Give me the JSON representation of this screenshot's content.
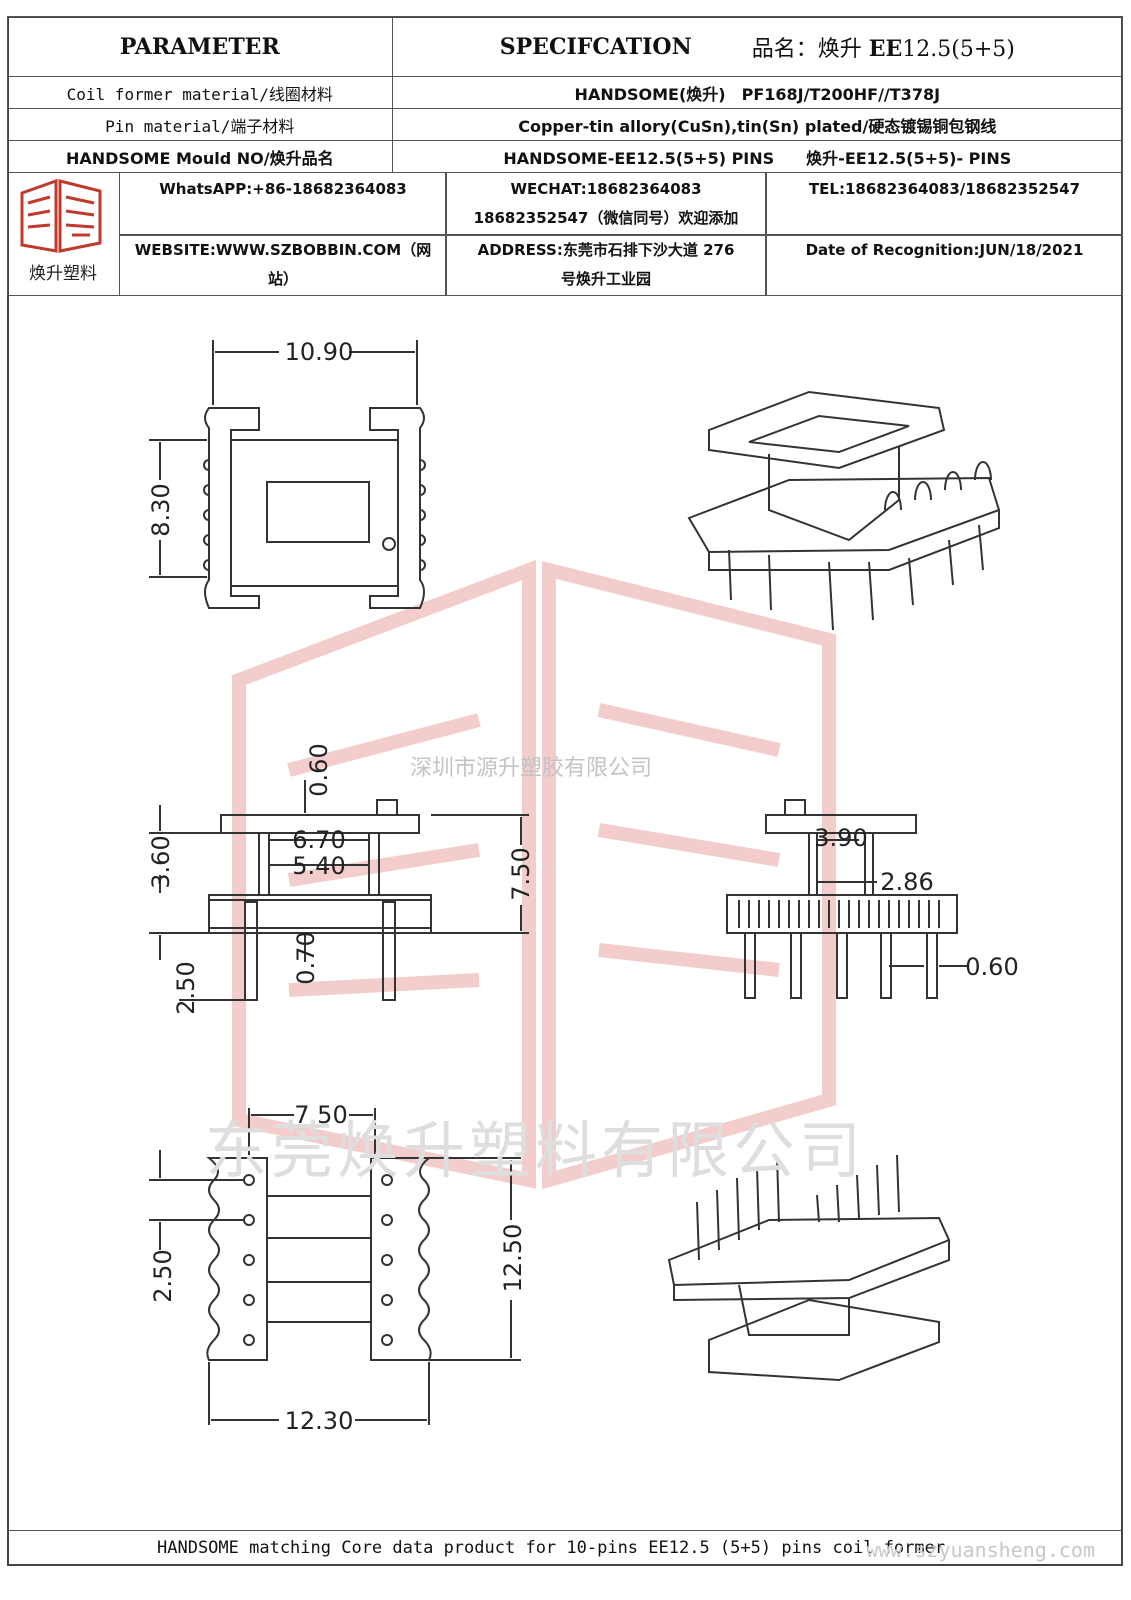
{
  "header": {
    "parameter": "PARAMETER",
    "specification": "SPECIFCATION",
    "product_name_label": "品名：焕升",
    "product_name_code": "EE",
    "product_name_size": "12.5(5+5)"
  },
  "rows": [
    {
      "label": "Coil former material/线圈材料",
      "value": "HANDSOME(焕升)　PF168J/T200HF//T378J"
    },
    {
      "label": "Pin material/端子材料",
      "value": "Copper-tin allory(CuSn),tin(Sn) plated/硬态镀锡铜包钢线"
    },
    {
      "label": "HANDSOME Mould NO/焕升品名",
      "value": "HANDSOME-EE12.5(5+5) PINS　　焕升-EE12.5(5+5)- PINS"
    }
  ],
  "contact": {
    "logo_text": "焕升塑料",
    "whatsapp": "WhatsAPP:+86-18682364083",
    "wechat_line1": "WECHAT:18682364083",
    "wechat_line2": "18682352547（微信同号）欢迎添加",
    "tel": "TEL:18682364083/18682352547",
    "website_line1": "WEBSITE:WWW.SZBOBBIN.COM（网",
    "website_line2": "站）",
    "address_line1": "ADDRESS:东莞市石排下沙大道 276",
    "address_line2": "号焕升工业园",
    "date": "Date of Recognition:JUN/18/2021"
  },
  "dimensions": {
    "top_width": "10.90",
    "top_height": "8.30",
    "side_flange": "0.60",
    "side_inner_outer": "6.70",
    "side_inner": "5.40",
    "side_top_height": "3.60",
    "side_total_height": "7.50",
    "side_base": "0.70",
    "side_pin": "2.50",
    "front_height": "3.90",
    "front_core": "2.86",
    "front_pin_width": "0.60",
    "bottom_width": "7.50",
    "bottom_pitch": "2.50",
    "bottom_height": "12.50",
    "bottom_total_width": "12.30"
  },
  "watermarks": {
    "company_small": "深圳市源升塑胶有限公司",
    "company_large": "东莞焕升塑料有限公司",
    "website": "www.szyuansheng.com"
  },
  "footer": "HANDSOME matching Core data  product for 10-pins EE12.5 (5+5) pins coil former",
  "colors": {
    "line": "#333333",
    "logo_red": "#c0392b",
    "watermark_red": "#f2c9c9"
  }
}
